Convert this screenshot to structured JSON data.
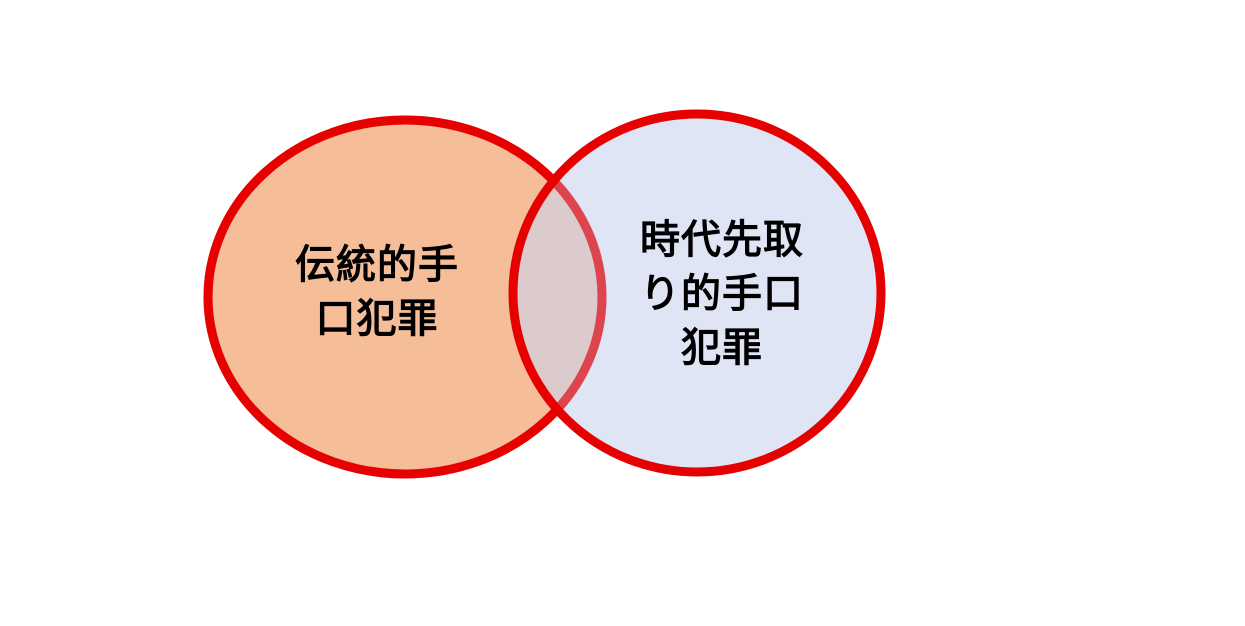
{
  "colors": {
    "stroke": "#e60000",
    "left_fill": "#f5bd98",
    "right_fill": "#dae3f3"
  },
  "left": {
    "lines": [
      "伝統的手",
      "口犯罪"
    ]
  },
  "right": {
    "lines": [
      "時代先取",
      "り的手口",
      "犯罪"
    ]
  }
}
